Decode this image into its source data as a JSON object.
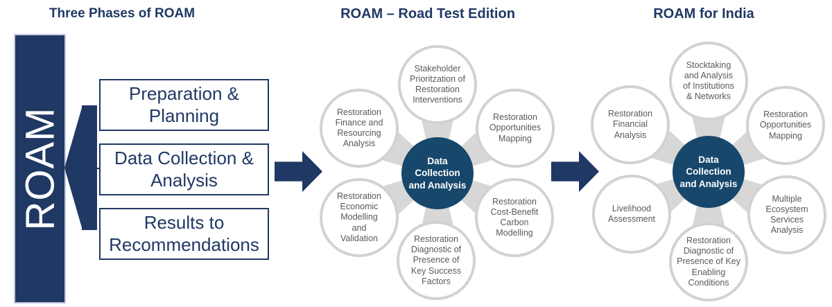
{
  "palette": {
    "navy": "#203864",
    "hub_navy": "#17476B",
    "petal_gray": "#D7D7D7",
    "circle_border": "#D2D2D2",
    "circle_text": "#595959"
  },
  "sections": {
    "phases": {
      "title": "Three Phases of ROAM",
      "bar_label": "ROAM",
      "boxes": [
        {
          "label": "Preparation &\nPlanning"
        },
        {
          "label": "Data Collection &\nAnalysis"
        },
        {
          "label": "Results to\nRecommendations"
        }
      ]
    },
    "road_test": {
      "title": "ROAM – Road Test Edition",
      "hub": "Data\nCollection\nand Analysis",
      "circles": [
        {
          "id": "top",
          "label": "Stakeholder\nPrioritzation of\nRestoration\nInterventions"
        },
        {
          "id": "upper-left",
          "label": "Restoration\nFinance and\nResourcing\nAnalysis"
        },
        {
          "id": "upper-right",
          "label": "Restoration\nOpportunities\nMapping"
        },
        {
          "id": "lower-left",
          "label": "Restoration\nEconomic\nModelling\nand\nValidation"
        },
        {
          "id": "bottom",
          "label": "Restoration\nDiagnostic of\nPresence of\nKey Success\nFactors"
        },
        {
          "id": "lower-right",
          "label": "Restoration\nCost-Benefit\nCarbon\nModelling"
        }
      ]
    },
    "india": {
      "title": "ROAM for India",
      "hub": "Data\nCollection\nand Analysis",
      "circles": [
        {
          "id": "top",
          "label": "Stocktaking\nand Analysis\nof Institutions\n& Networks"
        },
        {
          "id": "upper-left",
          "label": "Restoration\nFinancial\nAnalysis"
        },
        {
          "id": "upper-right",
          "label": "Restoration\nOpportunities\nMapping"
        },
        {
          "id": "lower-left",
          "label": "Livelihood\nAssessment"
        },
        {
          "id": "bottom",
          "label": "Restoration\nDiagnostic of\nPresence of Key\nEnabling\nConditions"
        },
        {
          "id": "lower-right",
          "label": "Multiple\nEcosystem\nServices\nAnalysis"
        }
      ]
    }
  }
}
